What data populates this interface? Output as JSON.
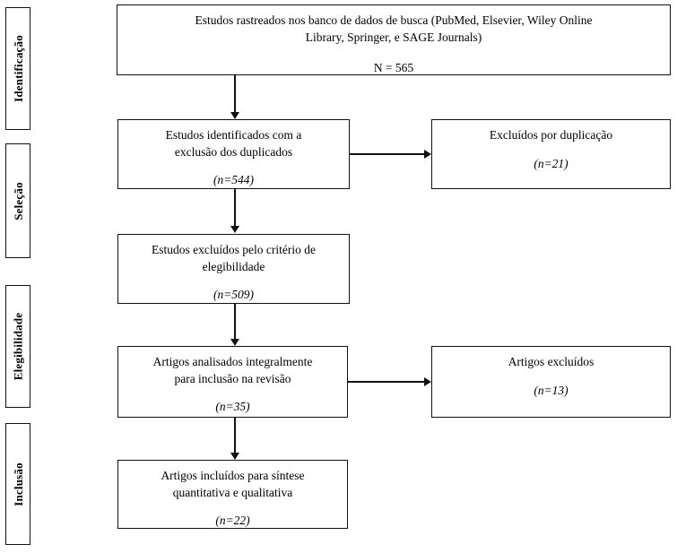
{
  "diagram": {
    "title": "PRISMA flow diagram",
    "language": "pt-BR",
    "line_color": "#111111",
    "background_color": "#ffffff"
  },
  "stages": [
    {
      "id": "identificacao",
      "label": "Identificação"
    },
    {
      "id": "selecao",
      "label": "Seleção"
    },
    {
      "id": "elegibilidade",
      "label": "Elegibilidade"
    },
    {
      "id": "inclusao",
      "label": "Inclusão"
    }
  ],
  "boxes": {
    "records_identified": {
      "line1": "Estudos rastreados nos banco de dados de busca (PubMed, Elsevier, Wiley Online",
      "line2": "Library, Springer, e SAGE Journals)",
      "count": "N = 565"
    },
    "duplicates_removed": {
      "line1": "Estudos identificados com a",
      "line2": "exclusão dos duplicados",
      "count_prefix": "(",
      "count_var": "n",
      "count_value": "=544)"
    },
    "excluded_duplicates": {
      "line1": "Excluídos por duplicação",
      "count_prefix": "(",
      "count_var": "n",
      "count_value": "=21)"
    },
    "excluded_eligibility": {
      "line1": "Estudos excluídos pelo critério de",
      "line2": "elegibilidade",
      "count_prefix": "(",
      "count_var": "n",
      "count_value": "=509)"
    },
    "full_text_assessed": {
      "line1": "Artigos analisados integralmente",
      "line2": "para inclusão na revisão",
      "count_prefix": "(",
      "count_var": "n",
      "count_value": "=35)"
    },
    "articles_excluded": {
      "line1": "Artigos excluídos",
      "count_prefix": "(",
      "count_var": "n",
      "count_value": "=13)"
    },
    "included_synthesis": {
      "line1": "Artigos incluídos para síntese",
      "line2": "quantitativa e qualitativa",
      "count_prefix": "(",
      "count_var": "n",
      "count_value": "=22)"
    }
  },
  "chart_data": {
    "type": "diagram",
    "title": "PRISMA flow diagram",
    "nodes": [
      {
        "id": "records_identified",
        "stage": "Identificação",
        "label": "Estudos rastreados nos banco de dados de busca (PubMed, Elsevier, Wiley Online Library, Springer, e SAGE Journals)",
        "value": 565,
        "value_label": "N = 565"
      },
      {
        "id": "duplicates_removed",
        "stage": "Seleção",
        "label": "Estudos identificados com a exclusão dos duplicados",
        "value": 544,
        "value_label": "(n=544)"
      },
      {
        "id": "excluded_duplicates",
        "stage": "Seleção",
        "label": "Excluídos por duplicação",
        "value": 21,
        "value_label": "(n=21)"
      },
      {
        "id": "excluded_eligibility",
        "stage": "Seleção",
        "label": "Estudos excluídos pelo critério de elegibilidade",
        "value": 509,
        "value_label": "(n=509)"
      },
      {
        "id": "full_text_assessed",
        "stage": "Elegibilidade",
        "label": "Artigos analisados integralmente para inclusão na revisão",
        "value": 35,
        "value_label": "(n=35)"
      },
      {
        "id": "articles_excluded",
        "stage": "Elegibilidade",
        "label": "Artigos excluídos",
        "value": 13,
        "value_label": "(n=13)"
      },
      {
        "id": "included_synthesis",
        "stage": "Inclusão",
        "label": "Artigos incluídos para síntese quantitativa e qualitativa",
        "value": 22,
        "value_label": "(n=22)"
      }
    ],
    "edges": [
      {
        "from": "records_identified",
        "to": "duplicates_removed",
        "direction": "down"
      },
      {
        "from": "duplicates_removed",
        "to": "excluded_duplicates",
        "direction": "right"
      },
      {
        "from": "duplicates_removed",
        "to": "excluded_eligibility",
        "direction": "down"
      },
      {
        "from": "excluded_eligibility",
        "to": "full_text_assessed",
        "direction": "down"
      },
      {
        "from": "full_text_assessed",
        "to": "articles_excluded",
        "direction": "right"
      },
      {
        "from": "full_text_assessed",
        "to": "included_synthesis",
        "direction": "down"
      }
    ]
  }
}
